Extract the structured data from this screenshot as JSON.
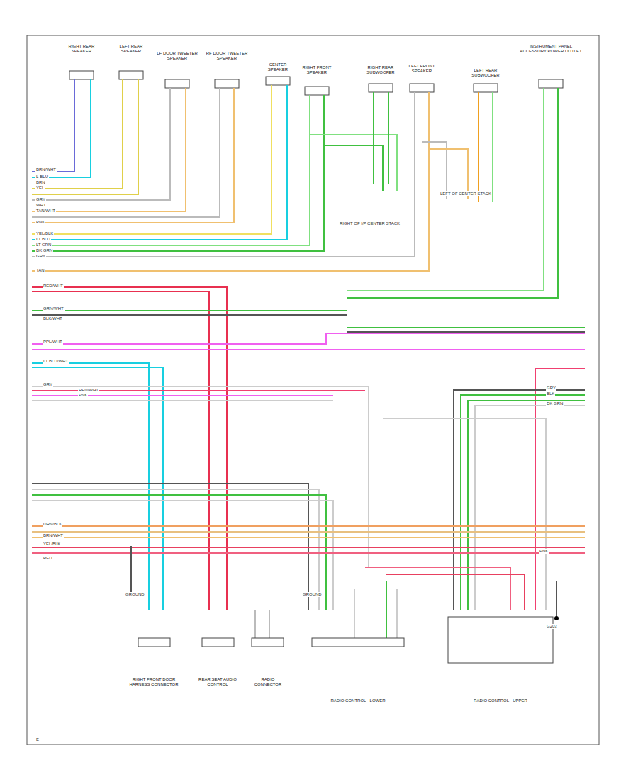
{
  "diagram": {
    "nodes": [
      {
        "text": [
          "RIGHT REAR SPEAKER"
        ]
      },
      {
        "text": [
          "LEFT REAR SPEAKER"
        ]
      },
      {
        "text": [
          "LF DOOR TWEETER SPEAKER"
        ]
      },
      {
        "text": [
          "RF DOOR TWEETER SPEAKER"
        ]
      },
      {
        "text": [
          "CENTER SPEAKER"
        ]
      },
      {
        "text": [
          "RIGHT FRONT SPEAKER"
        ]
      },
      {
        "text": [
          "RIGHT REAR SUBWOOFER"
        ]
      },
      {
        "text": [
          "LEFT FRONT SPEAKER"
        ]
      },
      {
        "text": [
          "LEFT REAR SUBWOOFER"
        ]
      },
      {
        "text": [
          "INSTRUMENT PANEL ACCESSORY POWER OUTLET"
        ]
      },
      {
        "text": [
          "RIGHT FRONT DOOR HARNESS CONNECTOR"
        ]
      },
      {
        "text": [
          "REAR SEAT AUDIO CONTROL"
        ]
      },
      {
        "text": [
          "RADIO CONNECTOR"
        ]
      },
      {
        "text": [
          "RADIO CONTROL - LOWER"
        ]
      },
      {
        "text": [
          "RADIO CONTROL - UPPER"
        ]
      }
    ],
    "labels": [
      "BRN/WHT",
      "L-BLU",
      "BRN",
      "YEL",
      "GRY",
      "WHT",
      "TAN/WHT",
      "PNK",
      "YEL/BLK",
      "LT BLU",
      "LT GRN",
      "DK GRN",
      "GRY",
      "TAN",
      "RED/WHT",
      "GRN/WHT",
      "BLK/WHT",
      "PPL/WHT",
      "LT BLU/WHT",
      "GRY",
      "RED/WHT",
      "PNK",
      "GRY",
      "BLK",
      "DK GRN",
      "ORN/BLK",
      "BRN/WHT",
      "YEL/BLK",
      "PNK",
      "RED",
      "RIGHT OF I/P CENTER STACK",
      "LEFT OF CENTER STACK",
      "GROUND",
      "GROUND",
      "G203",
      "E"
    ]
  }
}
